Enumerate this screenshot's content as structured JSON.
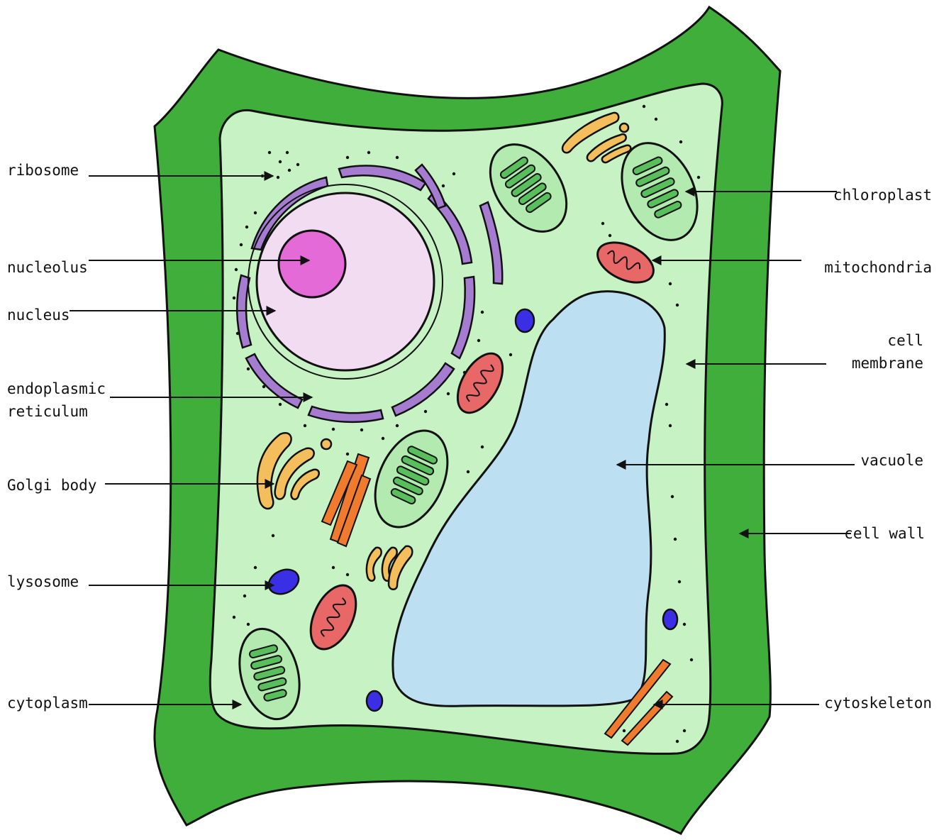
{
  "labels": {
    "ribosome": "ribosome",
    "nucleolus": "nucleolus",
    "nucleus": "nucleus",
    "endoplasmic_reticulum": [
      "endoplasmic",
      "reticulum"
    ],
    "golgi_body": "Golgi body",
    "lysosome": "lysosome",
    "cytoplasm": "cytoplasm",
    "chloroplast": "chloroplast",
    "mitochondria": "mitochondria",
    "cell_membrane": [
      "cell",
      "membrane"
    ],
    "vacuole": "vacuole",
    "cell_wall": "cell wall",
    "cytoskeleton": "cytoskeleton"
  },
  "colors": {
    "cell_wall": "#3fae3a",
    "cytoplasm": "#c6f2c4",
    "nucleus": "#f2dcf2",
    "nucleolus": "#e46ad8",
    "endoplasmic_reticulum": "#a57cd0",
    "golgi_body": "#f4be5c",
    "chloroplast_body": "#b3eab0",
    "chloroplast_grana": "#59bf5c",
    "mitochondria": "#e86868",
    "vacuole": "#bddff2",
    "lysosome": "#3b2fe6",
    "cytoskeleton": "#f07a2e",
    "outline": "#111111"
  }
}
